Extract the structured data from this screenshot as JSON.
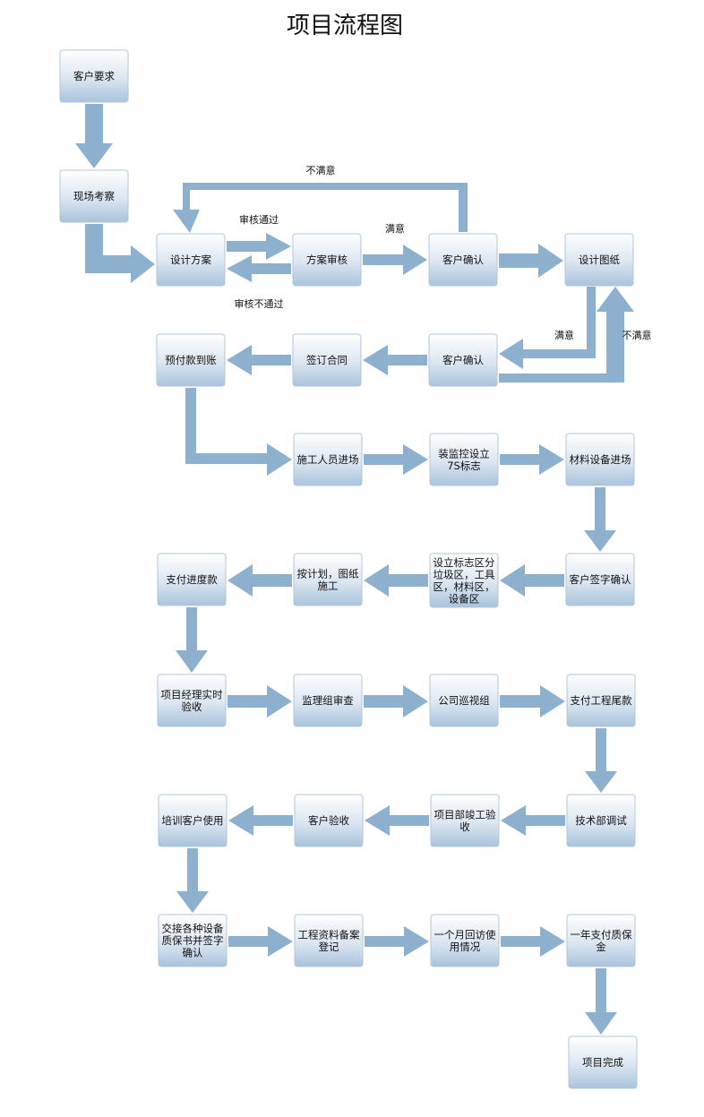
{
  "title": "项目流程图",
  "nodes": [
    {
      "id": "n1",
      "lines": [
        "客户要求"
      ]
    },
    {
      "id": "n2",
      "lines": [
        "现场考察"
      ]
    },
    {
      "id": "n3",
      "lines": [
        "设计方案"
      ]
    },
    {
      "id": "n4",
      "lines": [
        "方案审核"
      ]
    },
    {
      "id": "n5",
      "lines": [
        "客户确认"
      ]
    },
    {
      "id": "n6",
      "lines": [
        "设计图纸"
      ]
    },
    {
      "id": "n7",
      "lines": [
        "客户确认"
      ]
    },
    {
      "id": "n8",
      "lines": [
        "签订合同"
      ]
    },
    {
      "id": "n9",
      "lines": [
        "预付款到账"
      ]
    },
    {
      "id": "n10",
      "lines": [
        "施工人员进场"
      ]
    },
    {
      "id": "n11",
      "lines": [
        "装监控设立",
        "7S标志"
      ]
    },
    {
      "id": "n12",
      "lines": [
        "材料设备进场"
      ]
    },
    {
      "id": "n13",
      "lines": [
        "客户签字确认"
      ]
    },
    {
      "id": "n14",
      "lines": [
        "设立标志区分",
        "垃圾区，工具",
        "区，材料区，",
        "设备区"
      ]
    },
    {
      "id": "n15",
      "lines": [
        "按计划，图纸",
        "施工"
      ]
    },
    {
      "id": "n16",
      "lines": [
        "支付进度款"
      ]
    },
    {
      "id": "n17",
      "lines": [
        "项目经理实时",
        "验收"
      ]
    },
    {
      "id": "n18",
      "lines": [
        "监理组审查"
      ]
    },
    {
      "id": "n19",
      "lines": [
        "公司巡视组"
      ]
    },
    {
      "id": "n20",
      "lines": [
        "支付工程尾款"
      ]
    },
    {
      "id": "n21",
      "lines": [
        "技术部调试"
      ]
    },
    {
      "id": "n22",
      "lines": [
        "项目部竣工验",
        "收"
      ]
    },
    {
      "id": "n23",
      "lines": [
        "客户验收"
      ]
    },
    {
      "id": "n24",
      "lines": [
        "培训客户使用"
      ]
    },
    {
      "id": "n25",
      "lines": [
        "交接各种设备",
        "质保书并签字",
        "确认"
      ]
    },
    {
      "id": "n26",
      "lines": [
        "工程资料备案",
        "登记"
      ]
    },
    {
      "id": "n27",
      "lines": [
        "一个月回访使",
        "用情况"
      ]
    },
    {
      "id": "n28",
      "lines": [
        "一年支付质保",
        "金"
      ]
    },
    {
      "id": "n29",
      "lines": [
        "项目完成"
      ]
    }
  ],
  "edge_labels": [
    {
      "id": "l1",
      "text": "不满意"
    },
    {
      "id": "l2",
      "text": "审核通过"
    },
    {
      "id": "l3",
      "text": "满意"
    },
    {
      "id": "l4",
      "text": "审核不通过"
    },
    {
      "id": "l5",
      "text": "满意"
    },
    {
      "id": "l6",
      "text": "不满意"
    }
  ],
  "colors": {
    "arrow": "#8eb0cf",
    "box_top": "#ffffff",
    "box_bottom": "#a9c3dc",
    "box_border": "#b5c7d8"
  }
}
